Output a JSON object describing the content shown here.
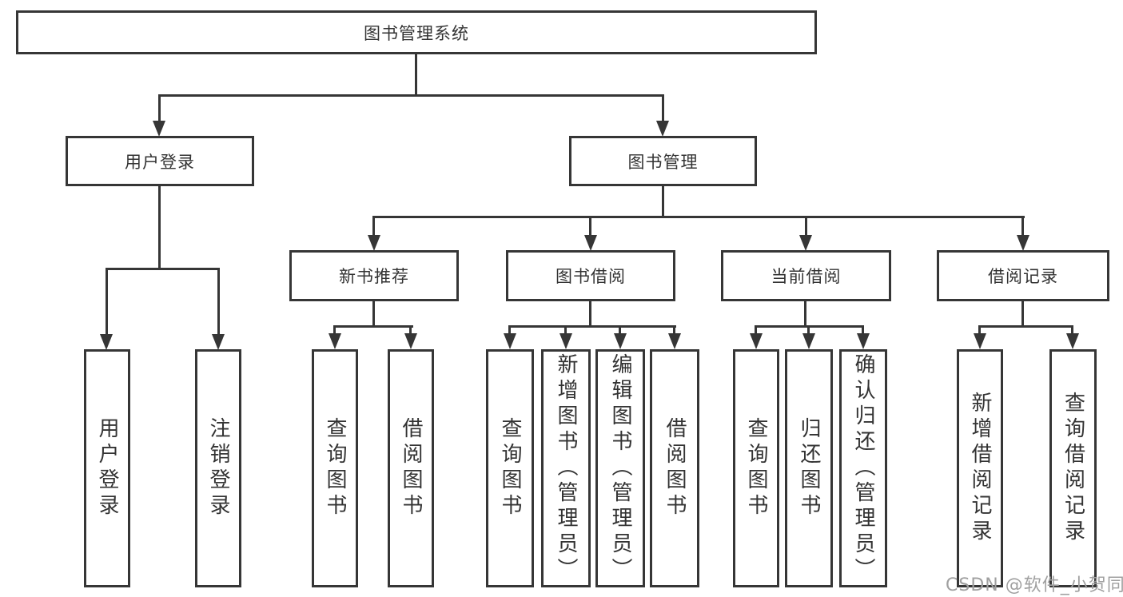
{
  "diagram": {
    "root": {
      "label": "图书管理系统"
    },
    "branches": [
      {
        "label": "用户登录",
        "children": [
          {
            "label": "用户登录"
          },
          {
            "label": "注销登录"
          }
        ]
      },
      {
        "label": "图书管理",
        "children": [
          {
            "label": "新书推荐",
            "children": [
              {
                "label": "查询图书"
              },
              {
                "label": "借阅图书"
              }
            ]
          },
          {
            "label": "图书借阅",
            "children": [
              {
                "label": "查询图书"
              },
              {
                "label": "新增图书（管理员）"
              },
              {
                "label": "编辑图书（管理员）"
              },
              {
                "label": "借阅图书"
              }
            ]
          },
          {
            "label": "当前借阅",
            "children": [
              {
                "label": "查询图书"
              },
              {
                "label": "归还图书"
              },
              {
                "label": "确认归还（管理员）"
              }
            ]
          },
          {
            "label": "借阅记录",
            "children": [
              {
                "label": "新增借阅记录"
              },
              {
                "label": "查询借阅记录"
              }
            ]
          }
        ]
      }
    ],
    "watermark": "CSDN @软件_小贺同学",
    "colors": {
      "line": "#363636",
      "text": "#333333",
      "watermark": "#a0a0a0",
      "background": "#ffffff"
    }
  }
}
